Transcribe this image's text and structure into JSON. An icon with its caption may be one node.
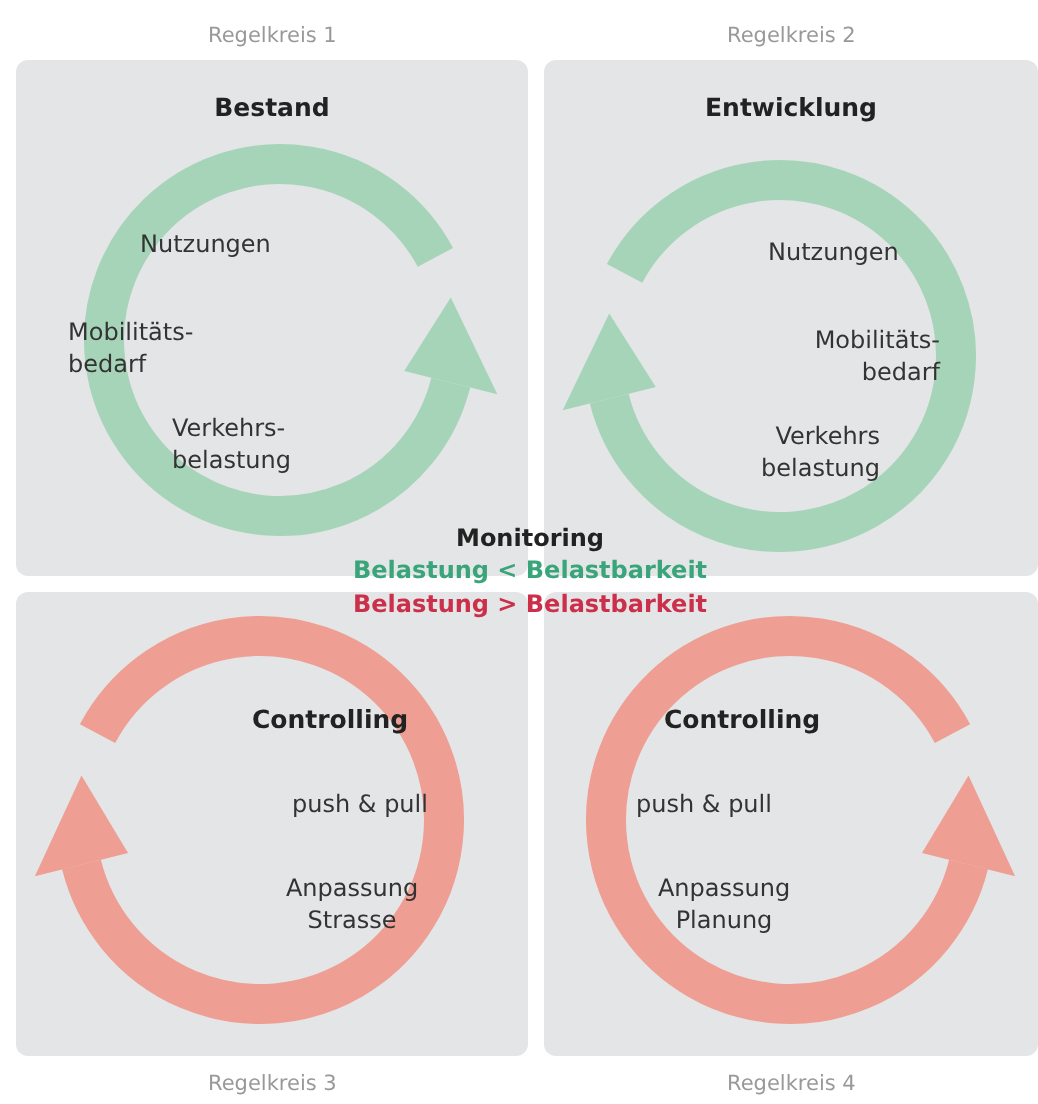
{
  "diagram": {
    "nodes": [
      {
        "text": [
          "Bestand",
          "Nutzungen",
          "Mobilitäts- bedarf",
          "Verkehrs- belastung"
        ],
        "beside": [
          "Regelkreis 1"
        ]
      },
      {
        "text": [
          "Entwicklung",
          "Nutzungen",
          "Mobilitäts- bedarf",
          "Verkehrs belastung"
        ],
        "beside": [
          "Regelkreis 2"
        ]
      },
      {
        "text": [
          "Controlling",
          "push & pull",
          "Anpassung Strasse"
        ],
        "beside": [
          "Regelkreis 3"
        ]
      },
      {
        "text": [
          "Controlling",
          "push & pull",
          "Anpassung Planung"
        ],
        "beside": [
          "Regelkreis 4"
        ]
      }
    ],
    "labels": [
      "Monitoring",
      "Belastung < Belastbarkeit",
      "Belastung > Belastbarkeit"
    ]
  }
}
